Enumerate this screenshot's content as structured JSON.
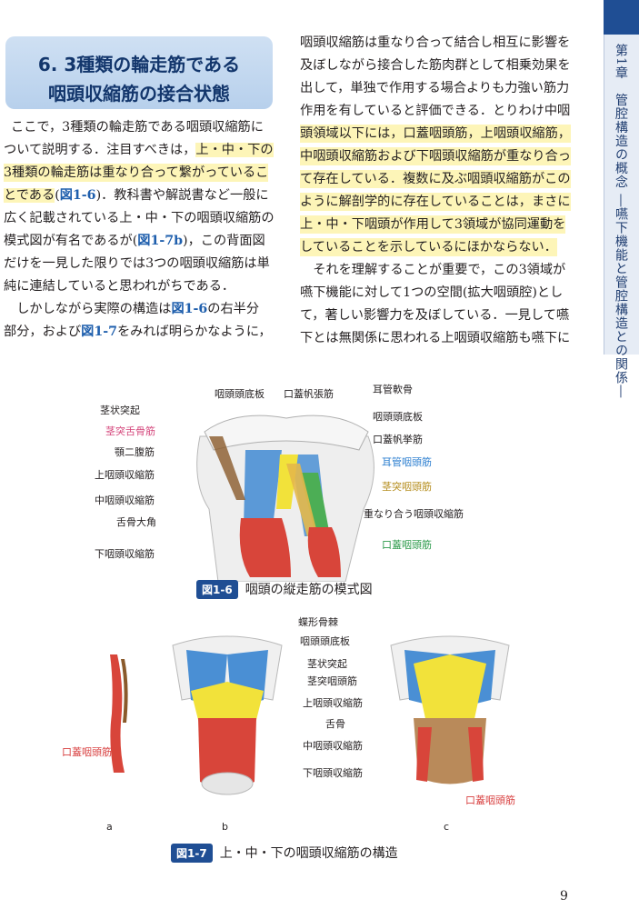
{
  "chapter": {
    "tab": "第1章　管腔構造の概念 ―嚥下機能と管腔構造との関係―"
  },
  "heading": {
    "line1": "6. 3種類の輪走筋である",
    "line2": "咽頭収縮筋の接合状態"
  },
  "left_column": [
    "ここで，3種類の輪走筋である咽頭収縮筋に",
    "ついて説明する．注目すべきは，上・中・下の",
    "3種類の輪走筋は重なり合って繋がっているこ",
    "とである(図1-6)．教科書や解説書など一般に",
    "広く記載されている上・中・下の咽頭収縮筋の",
    "模式図が有名であるが(図1-7b)，この背面図",
    "だけを一見した限りでは3つの咽頭収縮筋は単",
    "純に連結していると思われがちである．",
    "　しかしながら実際の構造は図1-6の右半分",
    "部分，および図1-7をみれば明らかなように，"
  ],
  "right_column": [
    "咽頭収縮筋は重なり合って結合し相互に影響を",
    "及ぼしながら接合した筋肉群として相乗効果を",
    "出して，単独で作用する場合よりも力強い筋力",
    "作用を有していると評価できる．とりわけ中咽",
    "頭領域以下には，口蓋咽頭筋，上咽頭収縮筋，",
    "中咽頭収縮筋および下咽頭収縮筋が重なり合っ",
    "て存在している．複数に及ぶ咽頭収縮筋がこの",
    "ように解剖学的に存在していることは，まさに",
    "上・中・下咽頭が作用して3領域が協同運動を",
    "していることを示しているにほかならない．",
    "　それを理解することが重要で，この3領域が",
    "嚥下機能に対して1つの空間(拡大咽頭腔)とし",
    "て，著しい影響力を及ぼしている．一見して嚥",
    "下とは無関係に思われる上咽頭収縮筋も嚥下に"
  ],
  "figure_1_6": {
    "badge": "図1-6",
    "caption": "咽頭の縦走筋の模式図",
    "labels_left": [
      "茎状突起",
      "茎突舌骨筋",
      "顎二腹筋",
      "上咽頭収縮筋",
      "中咽頭収縮筋",
      "舌骨大角",
      "下咽頭収縮筋"
    ],
    "labels_top": [
      "咽頭頭底板",
      "口蓋帆張筋",
      "耳管軟骨"
    ],
    "labels_right": [
      "咽頭頭底板",
      "口蓋帆挙筋",
      "耳管咽頭筋",
      "茎突咽頭筋",
      "重なり合う咽頭収縮筋",
      "口蓋咽頭筋"
    ]
  },
  "figure_1_7": {
    "badge": "図1-7",
    "caption": "上・中・下の咽頭収縮筋の構造",
    "labels_center": [
      "蝶形骨棘",
      "咽頭頭底板",
      "茎状突起",
      "茎突咽頭筋",
      "上咽頭収縮筋",
      "舌骨",
      "中咽頭収縮筋",
      "下咽頭収縮筋"
    ],
    "label_a": "口蓋咽頭筋",
    "label_c": "口蓋咽頭筋",
    "panel_letters": [
      "a",
      "b",
      "c"
    ]
  },
  "page_number": "9",
  "colors": {
    "tab_blue": "#1f4e94",
    "heading_text": "#13366c",
    "highlight": "#fdf5b8",
    "muscle_red": "#d8453a",
    "muscle_blue": "#4a8fd4",
    "muscle_yellow": "#f2e23a",
    "muscle_green": "#4cae55"
  }
}
